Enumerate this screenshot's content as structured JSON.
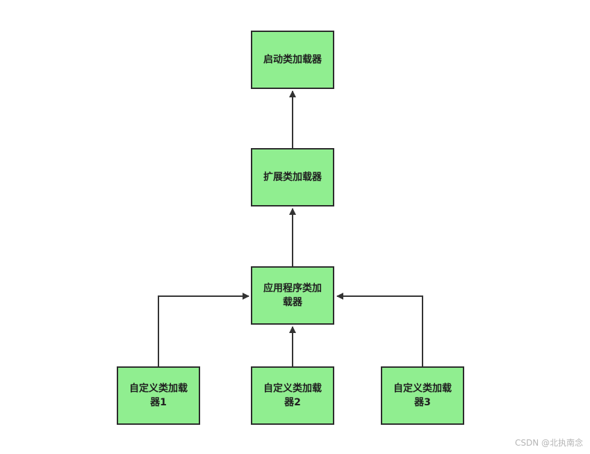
{
  "colors": {
    "node_fill": "#90ee90",
    "node_border": "#2b2b2b",
    "edge": "#333333",
    "watermark": "#b5b5b5"
  },
  "nodes": {
    "bootstrap": {
      "label": "启动类加载器"
    },
    "extension": {
      "label": "扩展类加载器"
    },
    "application": {
      "label": "应用程序类加载器"
    },
    "custom1": {
      "label": "自定义类加载器1"
    },
    "custom2": {
      "label": "自定义类加载器2"
    },
    "custom3": {
      "label": "自定义类加载器3"
    }
  },
  "edges": [
    {
      "from": "extension",
      "to": "bootstrap"
    },
    {
      "from": "application",
      "to": "extension"
    },
    {
      "from": "custom1",
      "to": "application"
    },
    {
      "from": "custom2",
      "to": "application"
    },
    {
      "from": "custom3",
      "to": "application"
    }
  ],
  "watermark": "CSDN @北执南念"
}
